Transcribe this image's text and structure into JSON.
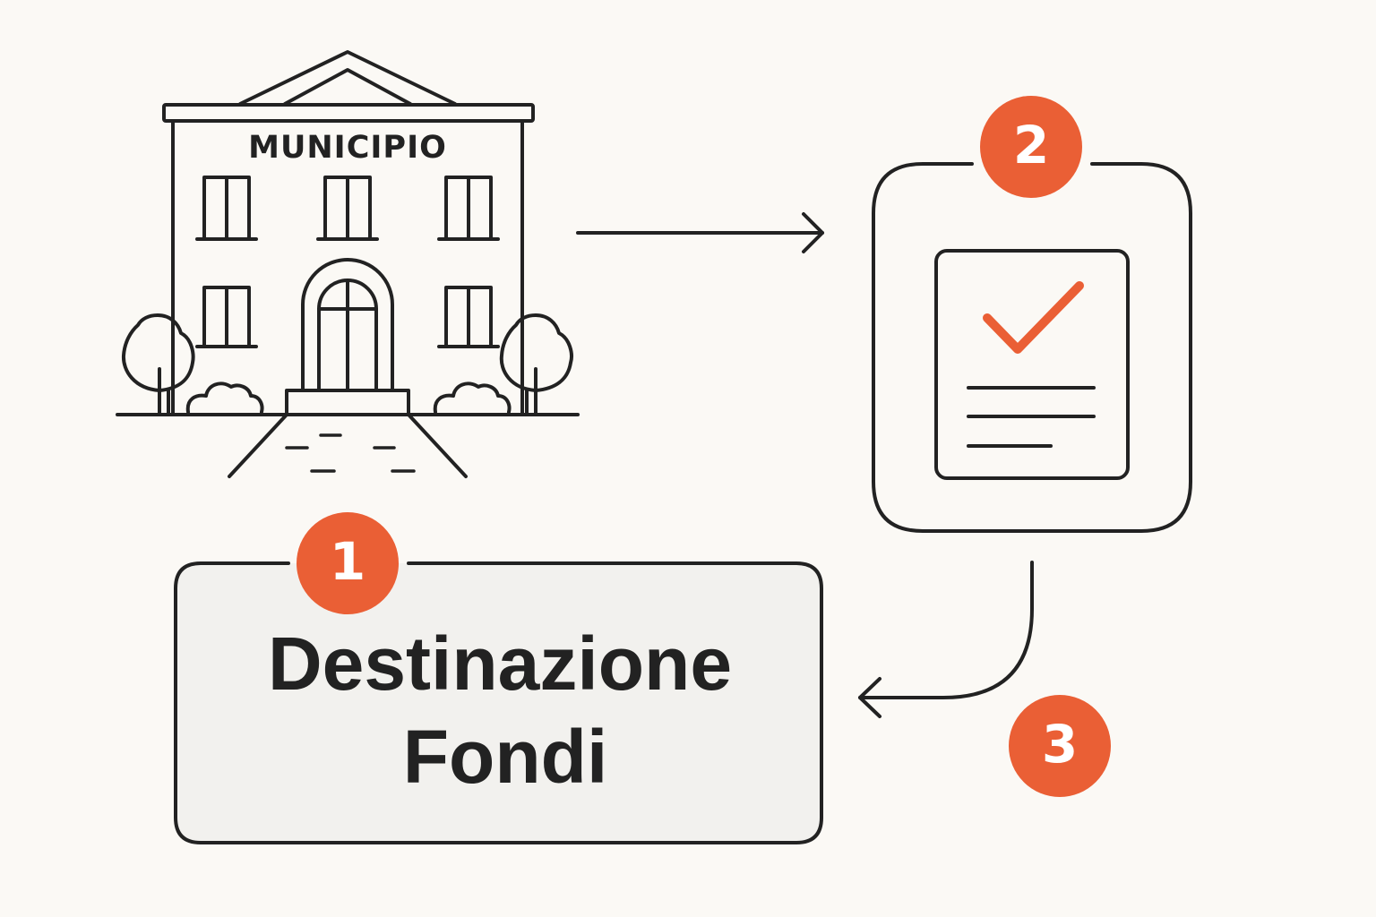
{
  "building": {
    "label": "MUNICIPIO"
  },
  "steps": [
    {
      "number": "1",
      "label_lines": [
        "Destinazione",
        "Fondi"
      ]
    },
    {
      "number": "2"
    },
    {
      "number": "3"
    }
  ],
  "colors": {
    "accent": "#ea5f35",
    "line": "#222222",
    "background": "#fbf9f5",
    "label_box_fill": "#f2f1ee"
  },
  "icons": [
    "town-hall-icon",
    "tree-icon",
    "bush-icon",
    "document-check-icon",
    "arrow-right-icon",
    "curved-arrow-left-icon"
  ]
}
